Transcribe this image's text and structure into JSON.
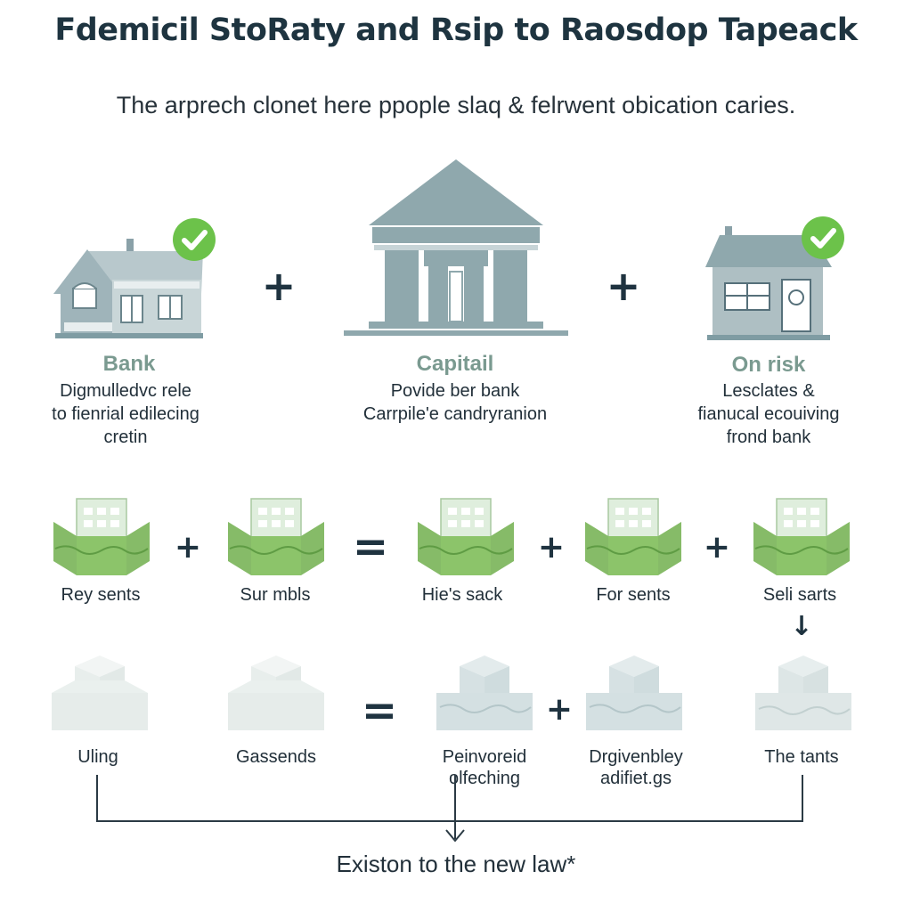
{
  "title": "Fdemicil StoRaty and Rsip to Raosdop Tapeack",
  "subtitle": "The arprech clonet here ppople slaq & felrwent obication caries.",
  "top_items": [
    {
      "label": "Bank",
      "desc": [
        "Digmulledvc rele",
        "to fienrial edilecing",
        "cretin"
      ],
      "check": true
    },
    {
      "label": "Capitail",
      "desc": [
        "Povide ber bank",
        "Carrpile'e candryranion"
      ],
      "check": false
    },
    {
      "label": "On risk",
      "desc": [
        "Lesclates &",
        "fianucal ecouiving",
        "frond bank"
      ],
      "check": true
    }
  ],
  "operators": {
    "plus": "+",
    "equals": "="
  },
  "row1": [
    {
      "label": "Rey sents"
    },
    {
      "label": "Sur mbls"
    },
    {
      "label": "Hie's sack"
    },
    {
      "label": "For sents"
    },
    {
      "label": "Seli sarts"
    }
  ],
  "row1_arrow": "↓",
  "row2": [
    {
      "label": [
        "Uling"
      ]
    },
    {
      "label": [
        "Gassends"
      ]
    },
    {
      "label": [
        "Peinvoreid",
        "olfeching"
      ]
    },
    {
      "label": [
        "Drgivenbley",
        "adifiet.gs"
      ]
    },
    {
      "label": [
        "The tants"
      ]
    }
  ],
  "footer": "Existon to the new law*",
  "colors": {
    "title": "#1e3440",
    "accent_label": "#7a9a90",
    "building": "#7f9ca3",
    "check": "#6cc24a",
    "money_green": "#8cc46a",
    "faded": "#e4ebea"
  }
}
